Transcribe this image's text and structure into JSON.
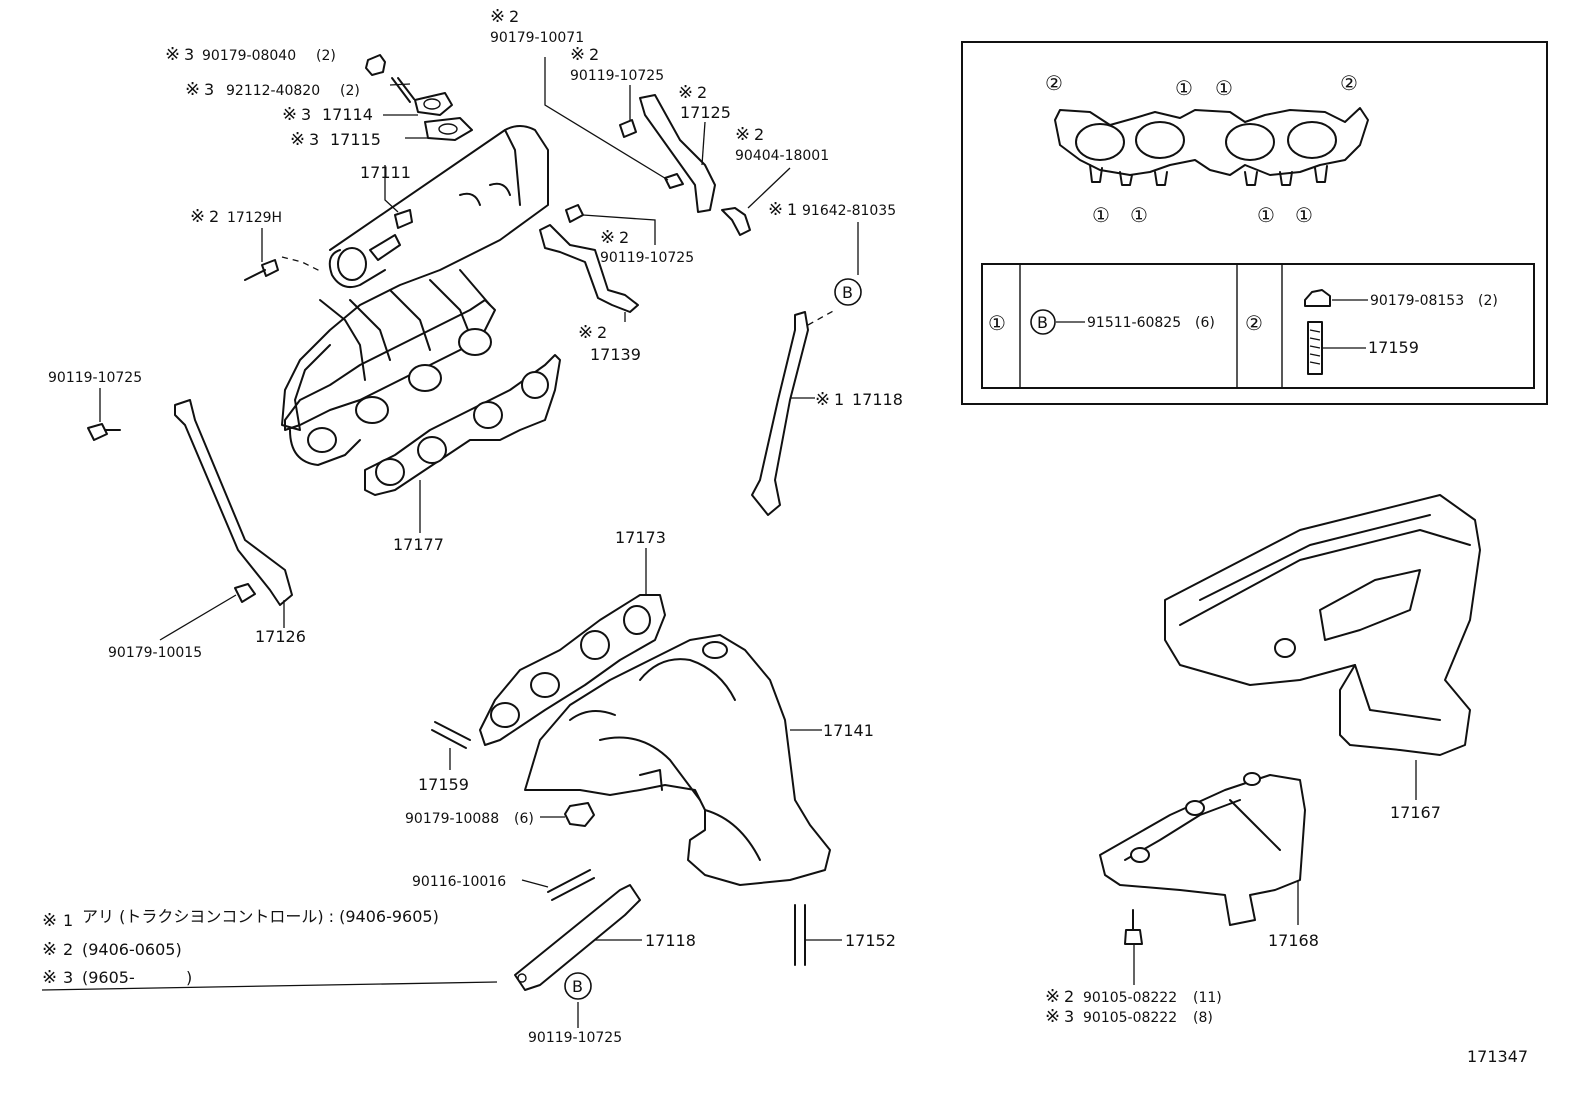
{
  "labels": {
    "p17111": "17111",
    "p17129h": "17129H",
    "p90179_08040": "90179-08040",
    "p90179_08040_qty": "(2)",
    "p92112_40820": "92112-40820",
    "p92112_40820_qty": "(2)",
    "p17114": "17114",
    "p17115": "17115",
    "p90179_10071": "90179-10071",
    "p90119_10725_a": "90119-10725",
    "p17125": "17125",
    "p90404_18001": "90404-18001",
    "p91642_81035": "91642-81035",
    "p90119_10725_b": "90119-10725",
    "p17139": "17139",
    "p17118_a": "17118",
    "p90119_10725_c": "90119-10725",
    "p17177": "17177",
    "p90179_10015": "90179-10015",
    "p17126": "17126",
    "p17173": "17173",
    "p17141": "17141",
    "p17159_a": "17159",
    "p90179_10088": "90179-10088",
    "p90179_10088_qty": "(6)",
    "p90116_10016": "90116-10016",
    "p17118_b": "17118",
    "p17152": "17152",
    "p90119_10725_d": "90119-10725",
    "p17167": "17167",
    "p17168": "17168",
    "p90105_08222_a": "90105-08222",
    "p90105_08222_a_qty": "(11)",
    "p90105_08222_b": "90105-08222",
    "p90105_08222_b_qty": "(8)",
    "p91511_60825": "91511-60825",
    "p91511_60825_qty": "(6)",
    "p90179_08153": "90179-08153",
    "p90179_08153_qty": "(2)",
    "p17159_b": "17159",
    "diagram_id": "171347"
  },
  "symbols": {
    "note": "※",
    "n1": "1",
    "n2": "2",
    "n3": "3",
    "c1": "①",
    "c2": "②",
    "b": "B"
  },
  "legend": {
    "line1": "アリ (トラクシヨンコントロール) : (9406-9605)",
    "line2": "(9406-0605)",
    "line3_a": "(9605-",
    "line3_b": ")"
  }
}
